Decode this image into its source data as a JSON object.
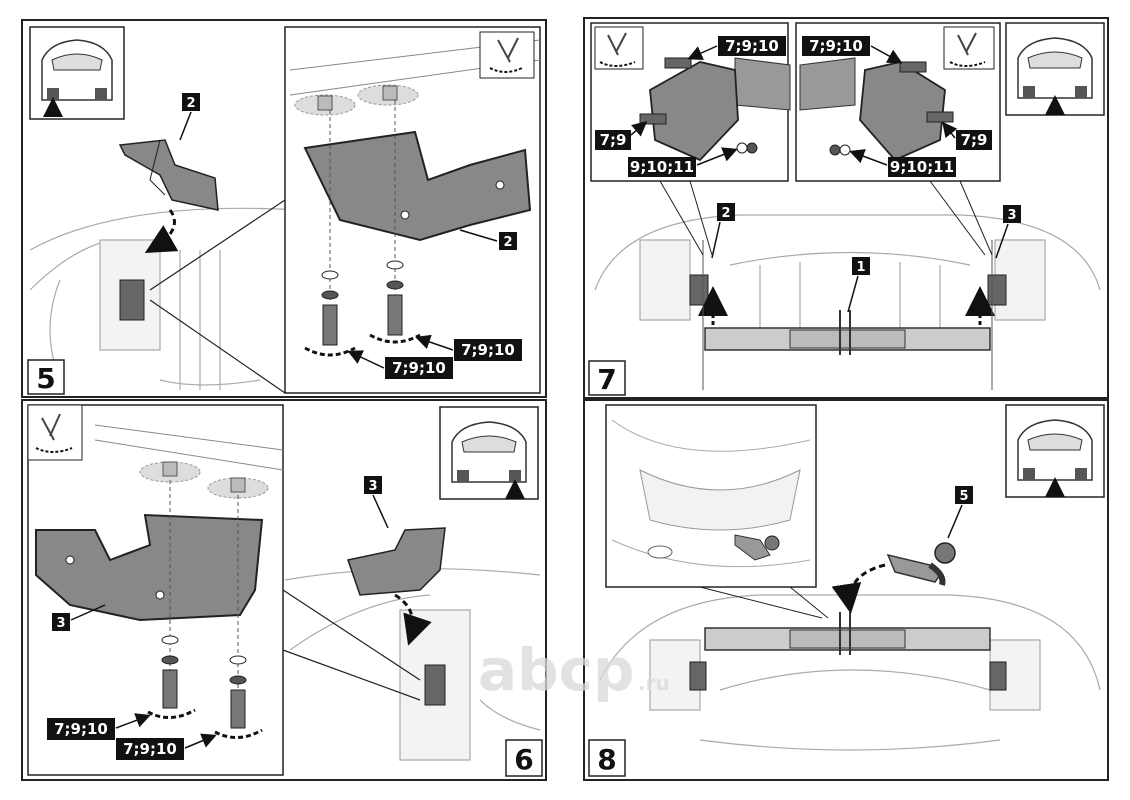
{
  "watermark": {
    "main": "abcp",
    "suffix": ".ru"
  },
  "panels": [
    {
      "step": "5",
      "part_labels": [
        "2",
        "2"
      ],
      "callouts": [
        "7;9;10",
        "7;9;10"
      ]
    },
    {
      "step": "6",
      "part_labels": [
        "3",
        "3"
      ],
      "callouts": [
        "7;9;10",
        "7;9;10"
      ]
    },
    {
      "step": "7",
      "part_labels": [
        "2",
        "3",
        "1"
      ],
      "callouts": [
        "7;9;10",
        "7;9",
        "9;10;11",
        "7;9;10",
        "7;9",
        "9;10;11"
      ]
    },
    {
      "step": "8",
      "part_labels": [
        "5"
      ],
      "callouts": []
    }
  ]
}
